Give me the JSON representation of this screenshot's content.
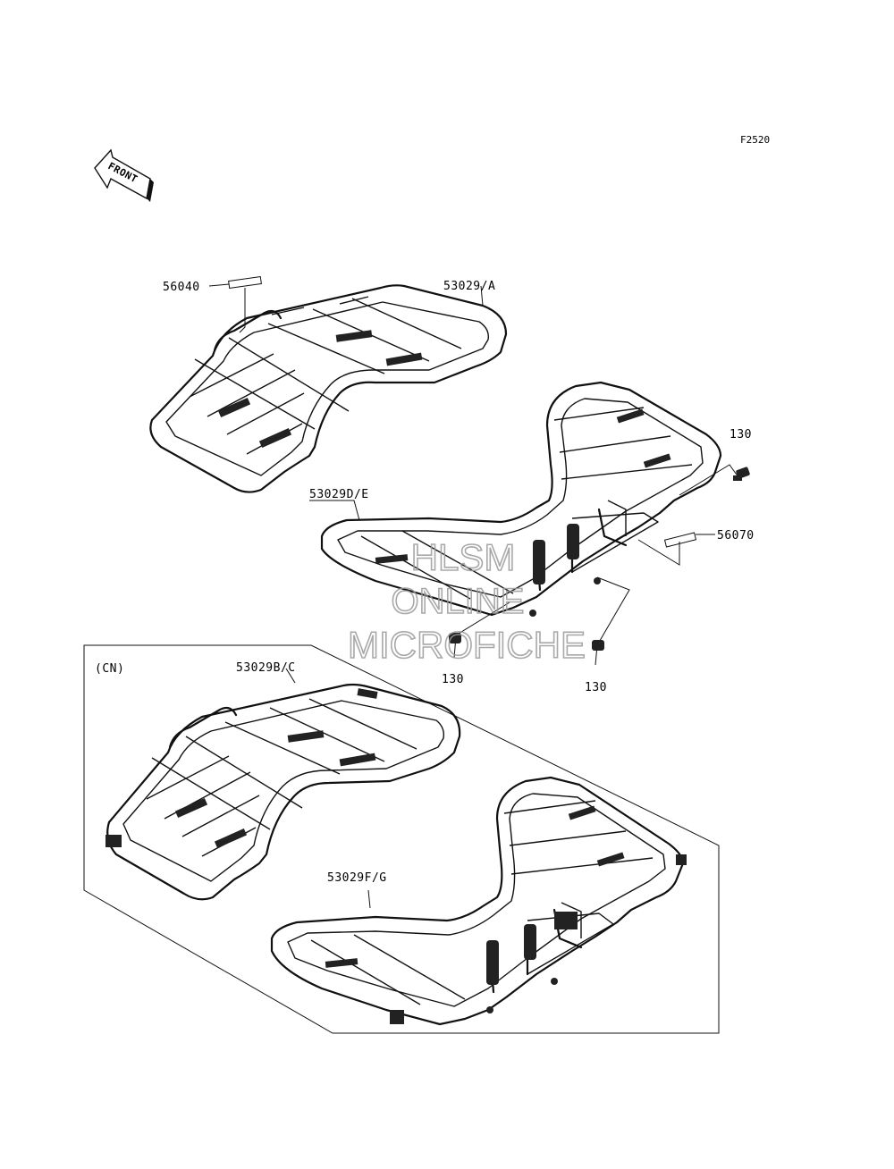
{
  "figure_code": "F2520",
  "front_badge": {
    "text": "FRONT",
    "icon": "front-arrow-icon"
  },
  "cn_group_label": "(CN)",
  "watermark": {
    "line1": "HLSM",
    "line2": "ONLINE",
    "line3": "MICROFICHE"
  },
  "callouts": {
    "decal_front": "56040",
    "front_rack": "53029/A",
    "rear_rack": "53029D/E",
    "bolt_right": "130",
    "decal_rear": "56070",
    "bolt_left": "130",
    "bolt_center": "130",
    "cn_front_rack": "53029B/C",
    "cn_rear_rack": "53029F/G"
  }
}
